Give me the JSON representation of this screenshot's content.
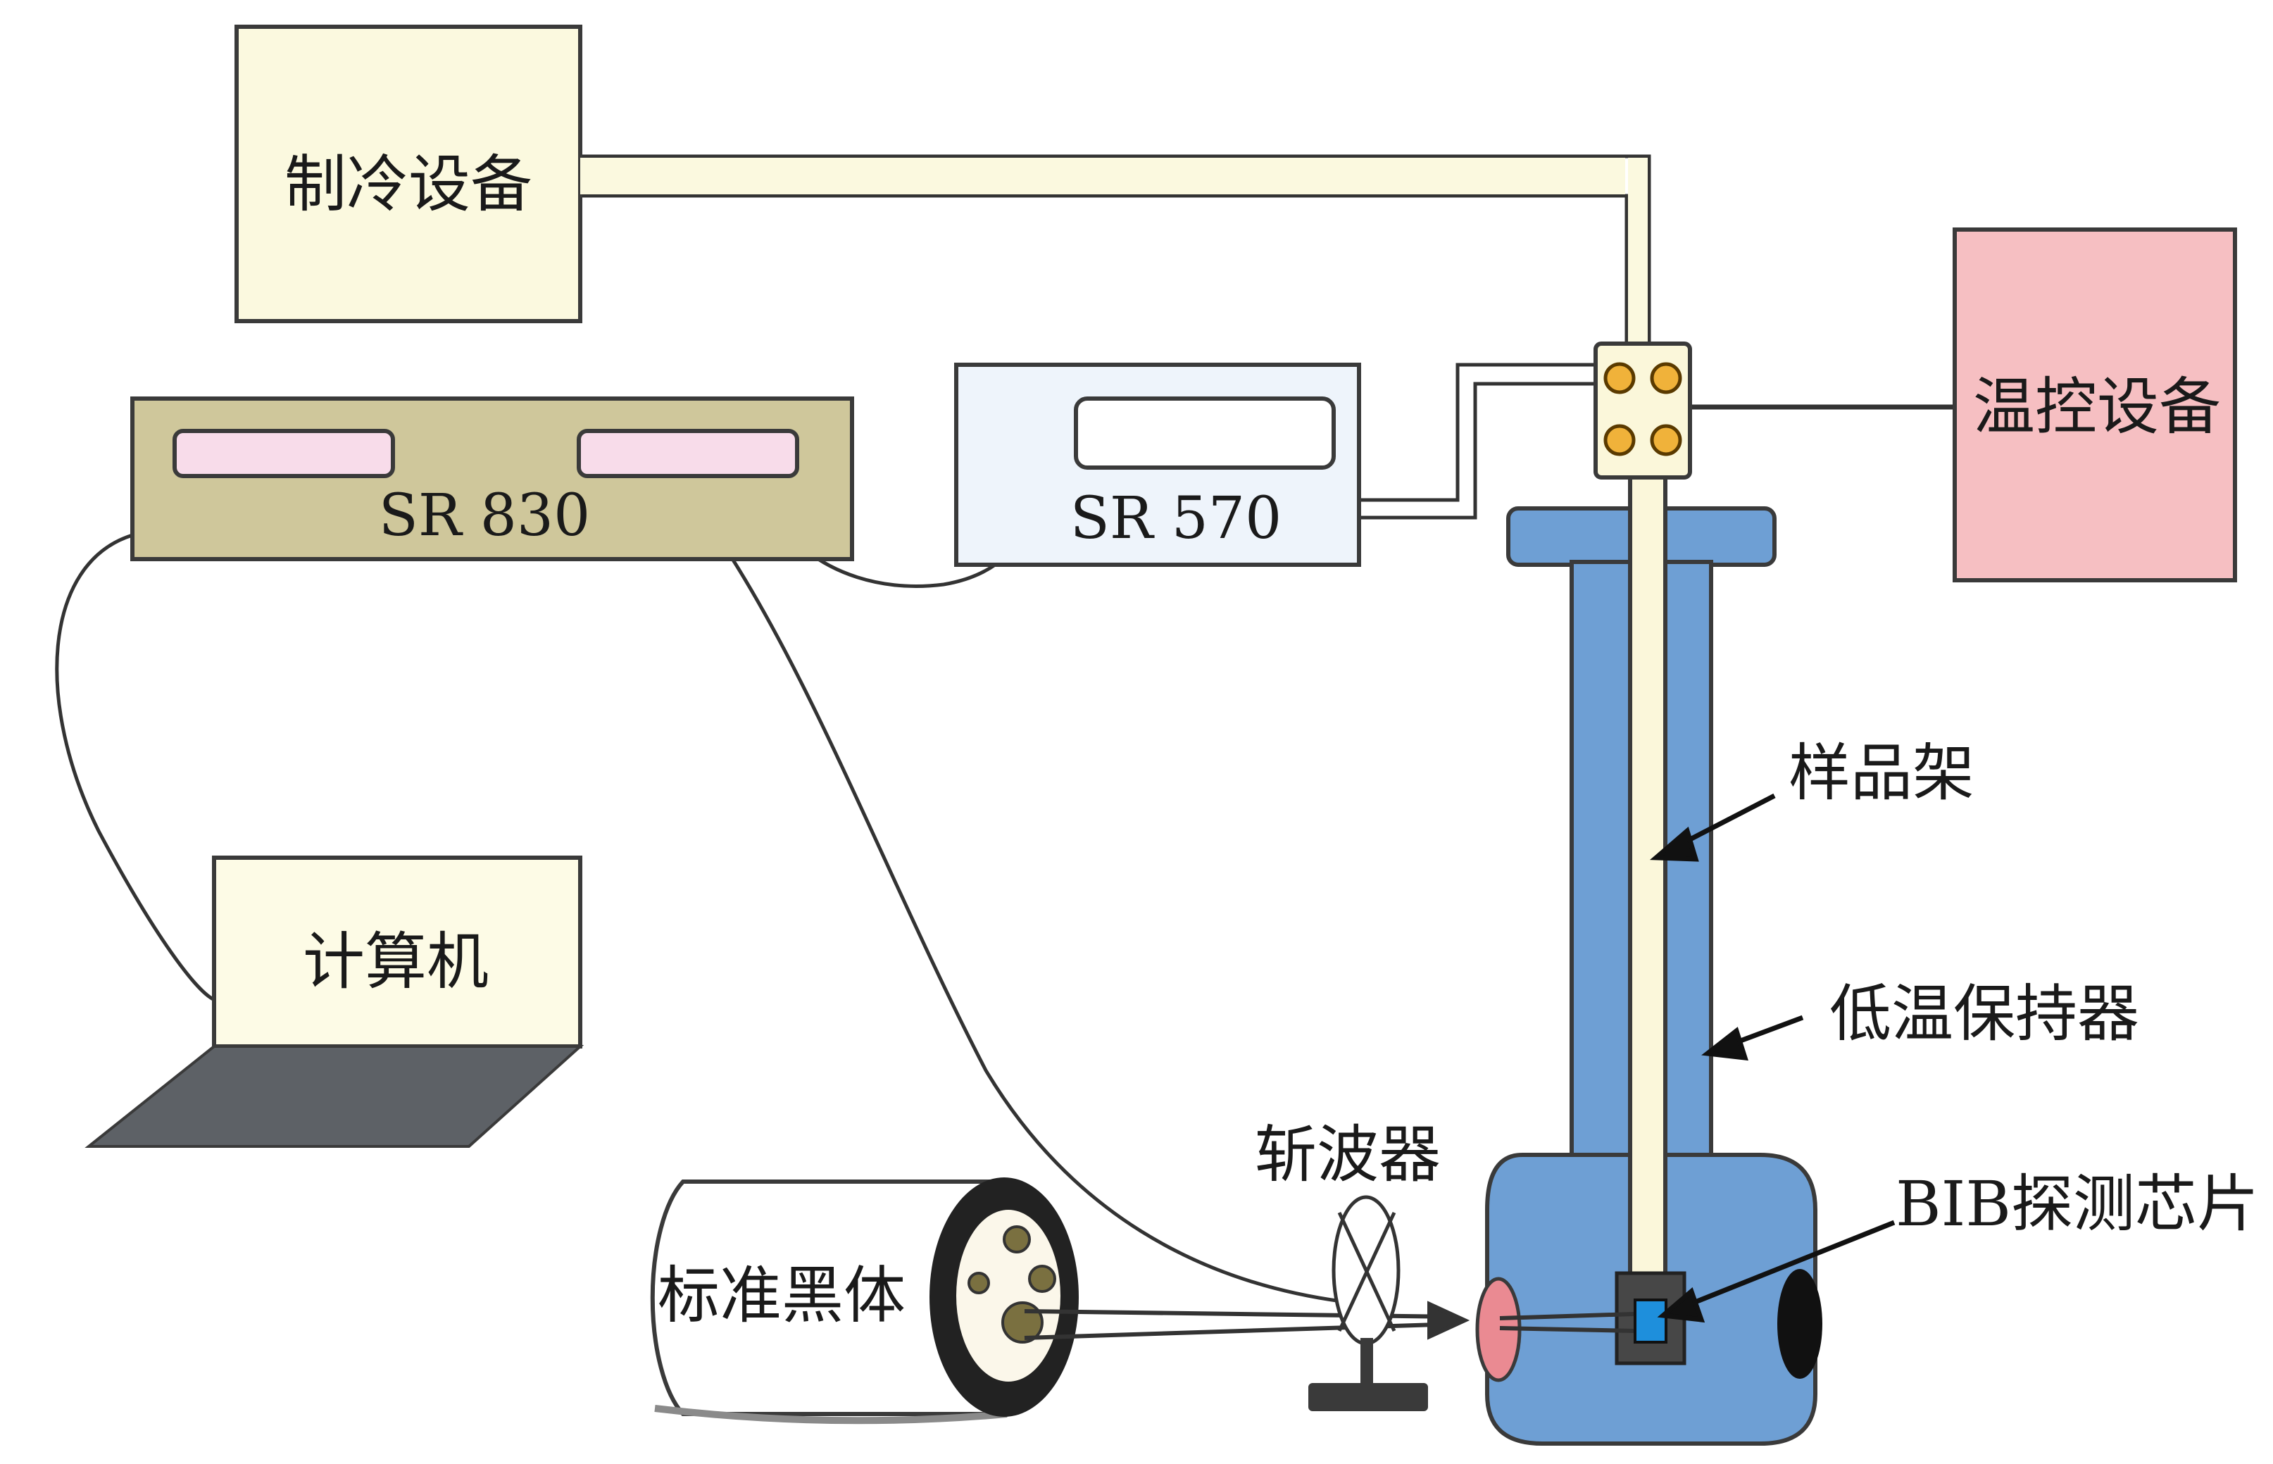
{
  "labels": {
    "refrigeration": "制冷设备",
    "temp_control": "温控设备",
    "sr830": "SR 830",
    "sr570": "SR 570",
    "computer": "计算机",
    "sample_holder": "样品架",
    "cryostat": "低温保持器",
    "chopper": "斩波器",
    "blackbody": "标准黑体",
    "bib_chip": "BIB探测芯片"
  },
  "colors": {
    "refrigeration_box": "#fbf9df",
    "temp_control_box": "#f6bfc2",
    "sr830_body": "#cfc79b",
    "sr830_screen": "#f8dcea",
    "sr570_body": "#eef4fb",
    "cryostat": "#6e9fd4",
    "laptop_screen": "#fdfbe6",
    "laptop_keyboard": "#5d6166",
    "connector_block": "#fbf7da",
    "connector_pin": "#f0b23a",
    "chip": "#1e8fdc",
    "cryostat_window_left": "#ea8a92",
    "cryostat_window_right": "#111111"
  }
}
